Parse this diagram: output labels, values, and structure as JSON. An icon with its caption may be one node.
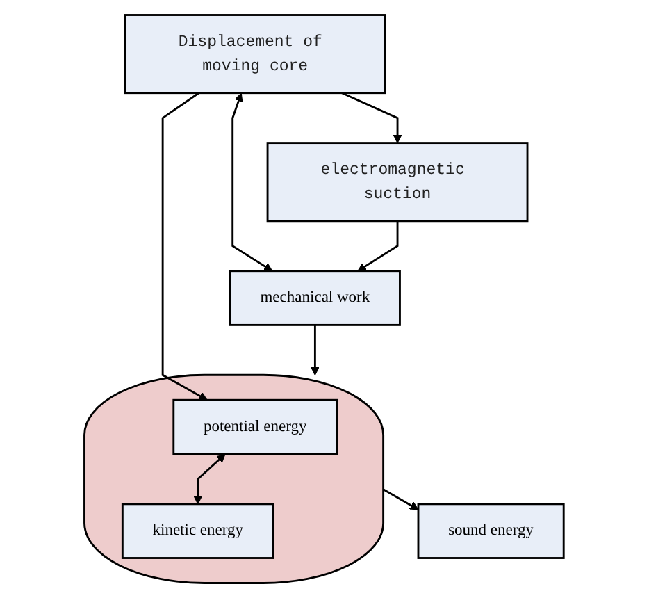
{
  "diagram": {
    "nodes": [
      {
        "text": [
          "Displacement of moving core"
        ]
      },
      {
        "text": [
          "electromagnetic suction"
        ]
      },
      {
        "text": [
          "mechanical work"
        ]
      },
      {
        "text": [],
        "shape": "ellipse"
      },
      {
        "text": [
          "potential energy"
        ],
        "in": 3
      },
      {
        "text": [
          "kinetic energy"
        ],
        "in": 3
      },
      {
        "text": [
          "sound energy"
        ]
      }
    ],
    "edges": [
      {
        "from": 0,
        "to": 1,
        "arrow": "to"
      },
      {
        "from": 0,
        "to": 2,
        "arrow": "both"
      },
      {
        "from": 1,
        "to": 2,
        "arrow": "to"
      },
      {
        "from": 2,
        "to": 3,
        "arrow": "to"
      },
      {
        "from": 0,
        "to": 4,
        "arrow": "to"
      },
      {
        "from": 4,
        "to": 5,
        "arrow": "both"
      },
      {
        "from": 3,
        "to": 6,
        "arrow": "to"
      }
    ]
  }
}
